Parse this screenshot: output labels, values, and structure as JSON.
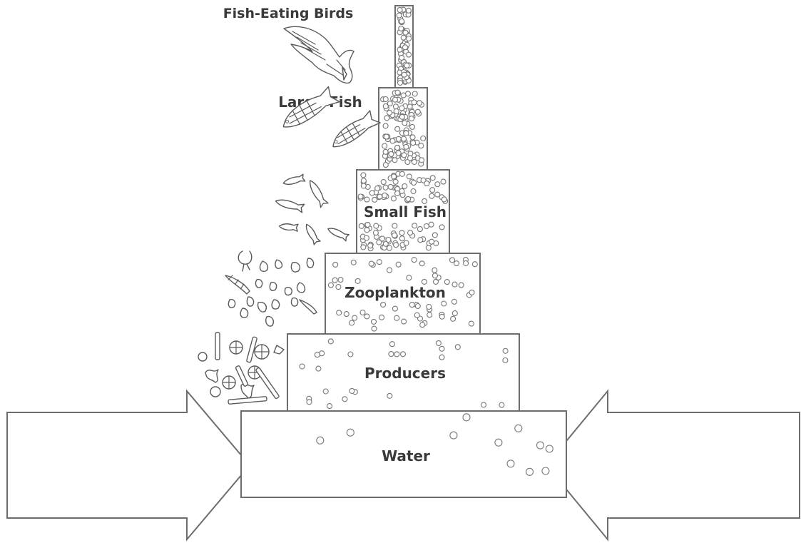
{
  "levels": [
    {
      "id": "water",
      "label": "Water"
    },
    {
      "id": "producers",
      "label": "Producers"
    },
    {
      "id": "zooplankton",
      "label": "Zooplankton"
    },
    {
      "id": "small_fish",
      "label": "Small Fish"
    },
    {
      "id": "large_fish",
      "label": "Large Fish"
    },
    {
      "id": "fish_eating_birds",
      "label": "Fish-Eating Birds"
    }
  ]
}
